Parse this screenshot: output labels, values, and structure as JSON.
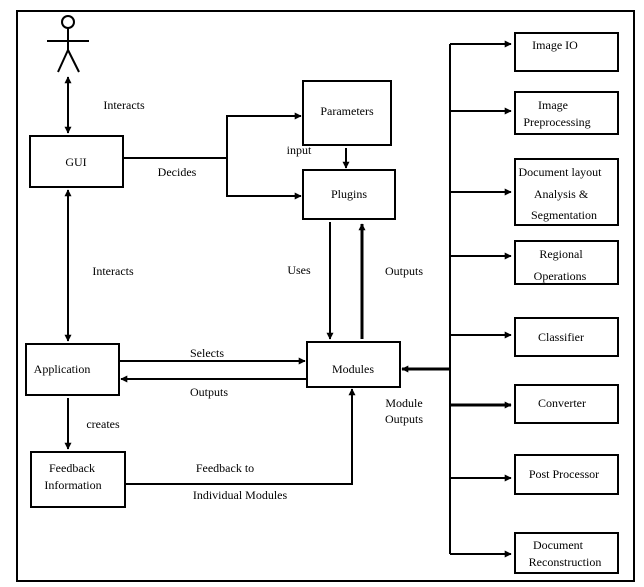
{
  "nodes": {
    "gui": "GUI",
    "application": "Application",
    "feedback": [
      "Feedback",
      "Information"
    ],
    "parameters": "Parameters",
    "plugins": "Plugins",
    "modules": "Modules",
    "image_io": "Image IO",
    "image_preprocessing": [
      "Image",
      "Preprocessing"
    ],
    "document_layout": [
      "Document layout",
      "Analysis &",
      "Segmentation"
    ],
    "regional_operations": [
      "Regional",
      "Operations"
    ],
    "classifier": "Classifier",
    "converter": "Converter",
    "post_processor": "Post Processor",
    "document_reconstruction": [
      "Document",
      "Reconstruction"
    ]
  },
  "edges": {
    "interacts_user": "Interacts",
    "decides": "Decides",
    "input": "input",
    "interacts_app": "Interacts",
    "uses": "Uses",
    "outputs_plugins": "Outputs",
    "selects": "Selects",
    "outputs_app": "Outputs",
    "module_outputs": [
      "Module",
      "Outputs"
    ],
    "creates": "creates",
    "feedback_to": [
      "Feedback to",
      "Individual Modules"
    ]
  },
  "icons": {
    "actor": "stick-figure-user-icon"
  }
}
